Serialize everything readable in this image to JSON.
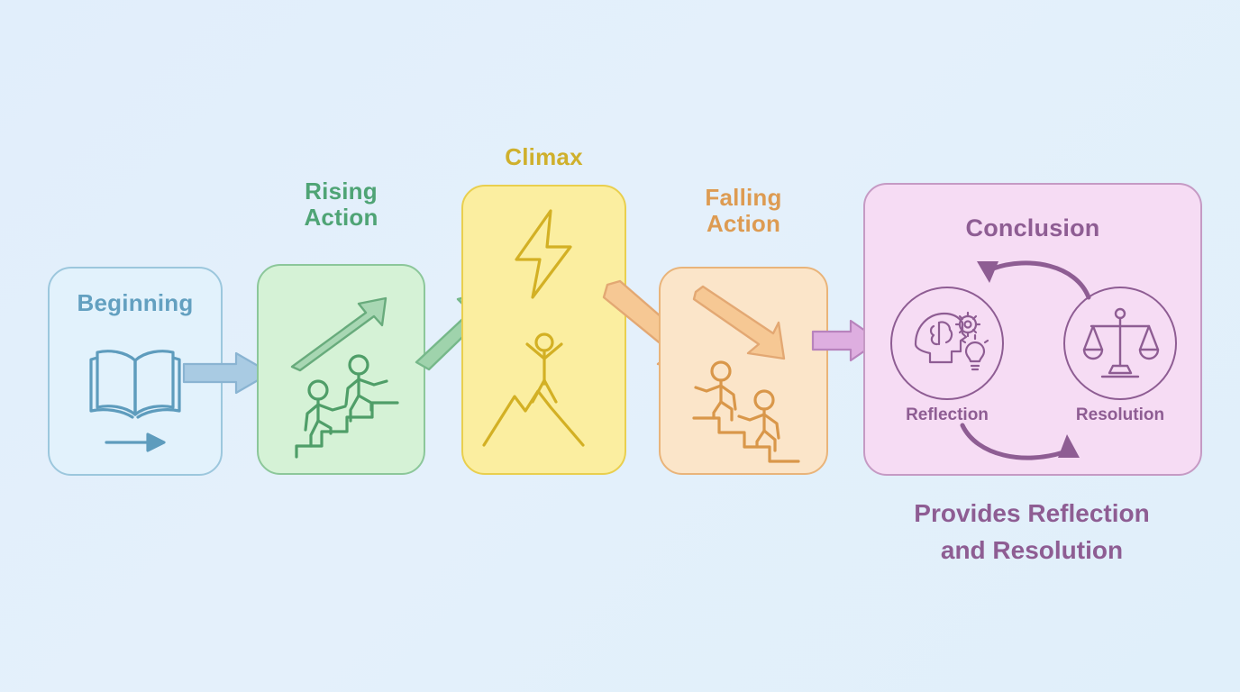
{
  "diagram": {
    "background_color": "#e3f0fa",
    "title_hidden": "",
    "stages": [
      {
        "key": "beginning",
        "label": "Beginning",
        "icon": "open-book-icon",
        "sub_icon": "right-arrow-icon",
        "fill": "#e2f3fc",
        "stroke": "#9cc7dd",
        "text_color": "#63a0c0"
      },
      {
        "key": "rising_action",
        "label": "Rising\nAction",
        "icon": "people-climbing-stairs-icon",
        "sub_icon": "up-right-arrow-icon",
        "fill": "#d5f2d6",
        "stroke": "#8cc79a",
        "text_color": "#4fa475"
      },
      {
        "key": "climax",
        "label": "Climax",
        "icon": "lightning-bolt-icon",
        "sub_icon": "person-on-mountain-peak-icon",
        "fill": "#fbeea0",
        "stroke": "#e9cf4e",
        "text_color": "#cfb02c"
      },
      {
        "key": "falling_action",
        "label": "Falling\nAction",
        "icon": "people-descending-stairs-icon",
        "sub_icon": "down-right-arrow-icon",
        "fill": "#fbe5c9",
        "stroke": "#e9b47a",
        "text_color": "#dd9b52"
      },
      {
        "key": "conclusion",
        "label": "Conclusion",
        "fill": "#f6dcf4",
        "stroke": "#c59ac4",
        "text_color": "#8e5d93"
      }
    ],
    "conclusion": {
      "title": "Conclusion",
      "items": [
        {
          "key": "reflection",
          "label": "Reflection",
          "icon": "head-brain-gear-lightbulb-icon"
        },
        {
          "key": "resolution",
          "label": "Resolution",
          "icon": "balance-scales-icon"
        }
      ],
      "cycle_arrows": [
        "curved-arrow-left-icon",
        "curved-arrow-right-icon"
      ],
      "caption": "Provides Reflection\nand Resolution",
      "accent_color": "#8e5d93"
    },
    "connectors": [
      {
        "key": "beginning-to-rising",
        "icon": "block-arrow-right-icon",
        "color": "#a9cbe3",
        "direction": "right"
      },
      {
        "key": "rising-to-climax",
        "icon": "block-arrow-up-right-icon",
        "color": "#a4d5ad",
        "direction": "up-right"
      },
      {
        "key": "climax-to-falling",
        "icon": "block-arrow-down-right-icon",
        "color": "#f2c291",
        "direction": "down-right"
      },
      {
        "key": "falling-to-conclusion",
        "icon": "block-arrow-right-icon",
        "color": "#deaee0",
        "direction": "right"
      }
    ]
  }
}
